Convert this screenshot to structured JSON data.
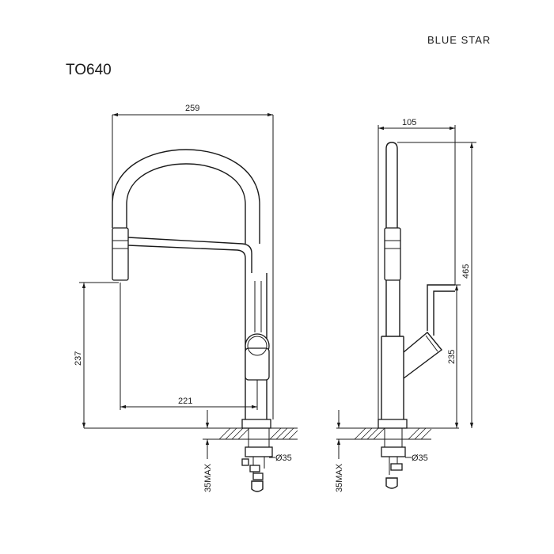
{
  "header": {
    "brand": "BLUE STAR",
    "model": "TO640"
  },
  "dimensions": {
    "front_width": "259",
    "front_height": "237",
    "front_reach": "221",
    "side_width": "105",
    "side_height_total": "465",
    "side_height_spout": "235",
    "hole_diameter_front": "Ø35",
    "hole_diameter_side": "Ø35",
    "deck_thickness_front": "35MAX",
    "deck_thickness_side": "35MAX"
  }
}
